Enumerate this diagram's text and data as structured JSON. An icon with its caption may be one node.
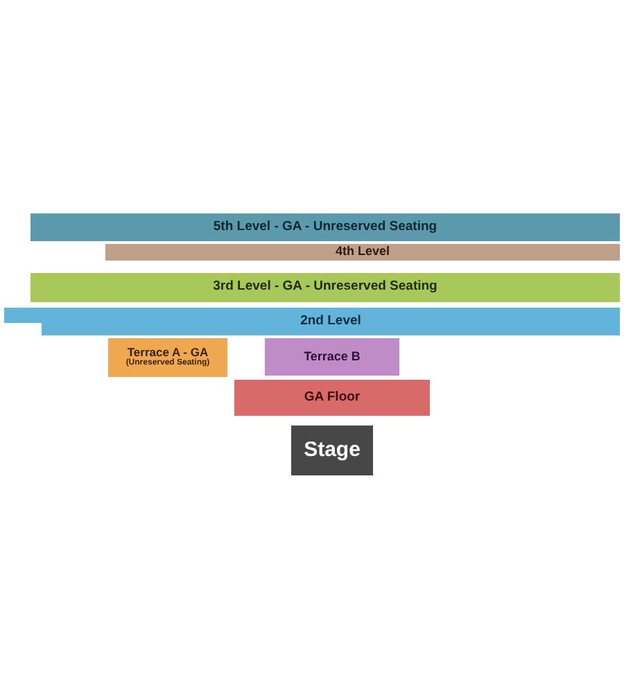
{
  "diagram": {
    "nodes": [
      {
        "text": [
          "5th Level - GA - Unreserved Seating"
        ]
      },
      {
        "text": [
          "4th Level"
        ]
      },
      {
        "text": [
          "3rd Level - GA - Unreserved Seating"
        ]
      },
      {
        "text": [
          "2nd Level"
        ]
      },
      {
        "text": [
          "Terrace A - GA",
          "(Unreserved Seating)"
        ]
      },
      {
        "text": [
          "Terrace B"
        ]
      },
      {
        "text": [
          "GA Floor"
        ]
      },
      {
        "text": [
          "Stage"
        ]
      }
    ]
  }
}
